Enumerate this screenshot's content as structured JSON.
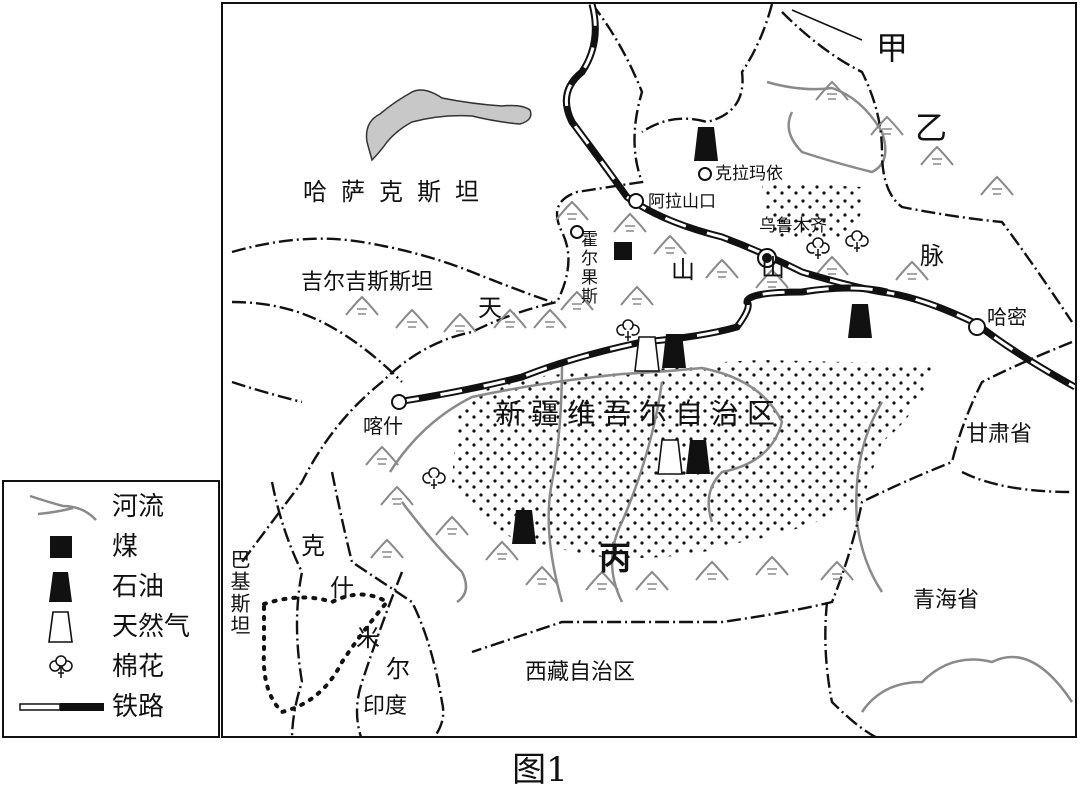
{
  "figure": {
    "caption": "图1",
    "type": "thematic map of Xinjiang Uygur Autonomous Region"
  },
  "map": {
    "region_labels": {
      "kazakhstan": "哈萨克斯坦",
      "kyrgyzstan": "吉尔吉斯斯坦",
      "xinjiang": "新疆维吾尔自治区",
      "gansu": "甘肃省",
      "qinghai": "青海省",
      "tibet": "西藏自治区",
      "pakistan": "巴基斯坦",
      "india": "印度",
      "kashmir_1": "克",
      "kashmir_2": "什",
      "kashmir_3": "米",
      "kashmir_4": "尔"
    },
    "mountain_labels": {
      "tian": "天",
      "shan1": "山",
      "shan2": "山",
      "mai": "脉"
    },
    "city_labels": {
      "karamay": "克拉玛依",
      "alashankou": "阿拉山口",
      "urumqi": "乌鲁木齐",
      "khorgos": "霍尔果斯",
      "kashgar": "喀什",
      "hami": "哈密"
    },
    "marker_labels": {
      "jia": "甲",
      "yi": "乙",
      "bing": "丙"
    },
    "colors": {
      "border": "#111111",
      "river": "#8a8a8a",
      "lake": "#c8c8c8",
      "mountain": "#8a8a8a",
      "desert_dot": "#111111"
    }
  },
  "legend": {
    "items": [
      {
        "symbol": "river-icon",
        "label": "河流"
      },
      {
        "symbol": "coal-icon",
        "label": "煤"
      },
      {
        "symbol": "oil-icon",
        "label": "石油"
      },
      {
        "symbol": "natural-gas-icon",
        "label": "天然气"
      },
      {
        "symbol": "cotton-icon",
        "label": "棉花"
      },
      {
        "symbol": "railway-icon",
        "label": "铁路"
      }
    ]
  }
}
